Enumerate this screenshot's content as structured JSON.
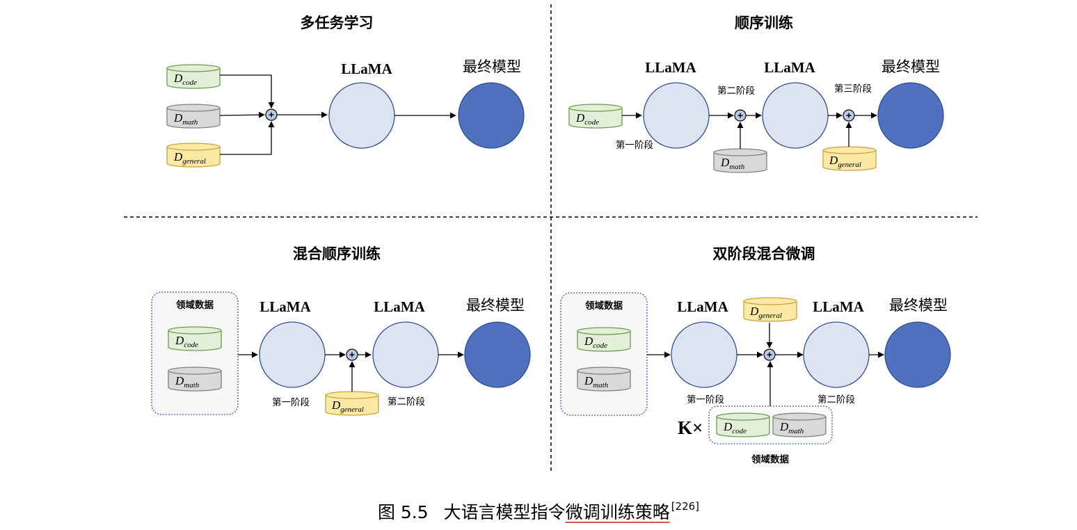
{
  "quadrants": {
    "multi_task": {
      "title": "多任务学习",
      "model_label": "LLaMA",
      "final_label": "最终模型",
      "datasets": [
        "code",
        "math",
        "general"
      ]
    },
    "sequential": {
      "title": "顺序训练",
      "model_labels": [
        "LLaMA",
        "LLaMA"
      ],
      "final_label": "最终模型",
      "stage_labels": [
        "第一阶段",
        "第二阶段",
        "第三阶段"
      ],
      "datasets": [
        "code",
        "math",
        "general"
      ]
    },
    "mixed_sequential": {
      "title": "混合顺序训练",
      "domain_box_title": "领域数据",
      "model_labels": [
        "LLaMA",
        "LLaMA"
      ],
      "final_label": "最终模型",
      "stage_labels": [
        "第一阶段",
        "第二阶段"
      ],
      "datasets": [
        "code",
        "math",
        "general"
      ]
    },
    "dual_stage": {
      "title": "双阶段混合微调",
      "domain_box_title": "领域数据",
      "domain_box_title_bottom": "领域数据",
      "model_labels": [
        "LLaMA",
        "LLaMA"
      ],
      "final_label": "最终模型",
      "stage_labels": [
        "第一阶段",
        "第二阶段"
      ],
      "repeat_label": "K×",
      "datasets": [
        "general",
        "code",
        "math",
        "code",
        "math"
      ]
    }
  },
  "dataset_symbol": "D",
  "caption": {
    "figure_number": "图 5.5",
    "text_plain": "大语言模型指令",
    "text_underlined": "微调训练策略",
    "citation": "[226]"
  },
  "colors": {
    "model_fill": "#dde4f1",
    "model_stroke": "#2f4f8f",
    "final_fill": "#4f71be",
    "code_fill": "#e3efd8",
    "code_stroke": "#6a9a4b",
    "math_fill": "#d9d9d9",
    "math_stroke": "#7f7f7f",
    "general_fill": "#fde9a6",
    "general_stroke": "#c8a13a",
    "box_fill": "#f6f6f6",
    "box_stroke": "#3a56a0",
    "caption_underline": "#d9534f"
  }
}
